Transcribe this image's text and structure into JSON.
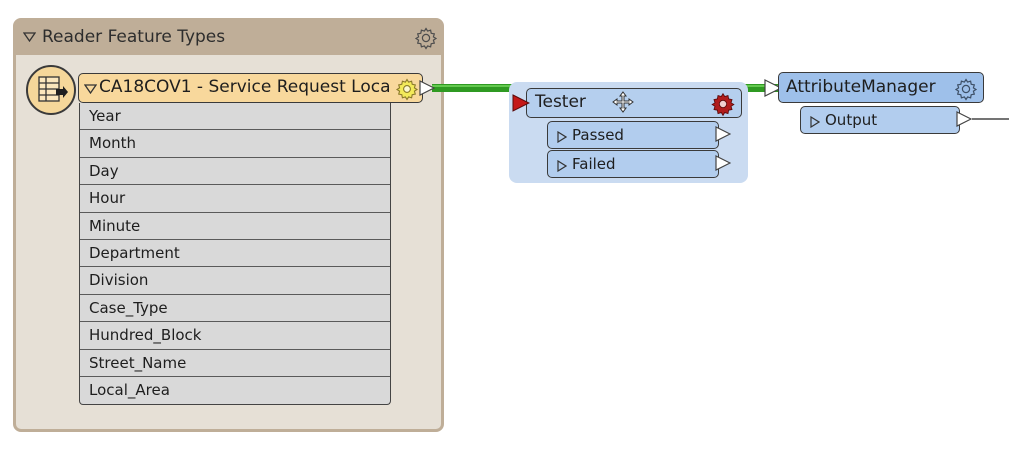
{
  "bookmark": {
    "title": "Reader Feature Types"
  },
  "reader": {
    "title": "CA18COV1 - Service Request Loca",
    "attributes": [
      "Year",
      "Month",
      "Day",
      "Hour",
      "Minute",
      "Department",
      "Division",
      "Case_Type",
      "Hundred_Block",
      "Street_Name",
      "Local_Area"
    ]
  },
  "tester": {
    "title": "Tester",
    "ports": {
      "passed": "Passed",
      "failed": "Failed"
    }
  },
  "attribute_manager": {
    "title": "AttributeManager",
    "ports": {
      "output": "Output"
    }
  },
  "colors": {
    "bookmark_border": "#bfae98",
    "bookmark_fill": "#e6e0d6",
    "reader_fill": "#f8d89c",
    "transformer_fill": "#b5cfee",
    "connection_green": "#3aa62c",
    "tester_input_red": "#c41818",
    "tester_gear_red": "#b01c1c"
  },
  "icons": {
    "reader": "table-reader-icon",
    "settings": "gear-icon",
    "move": "move-cursor-icon"
  }
}
